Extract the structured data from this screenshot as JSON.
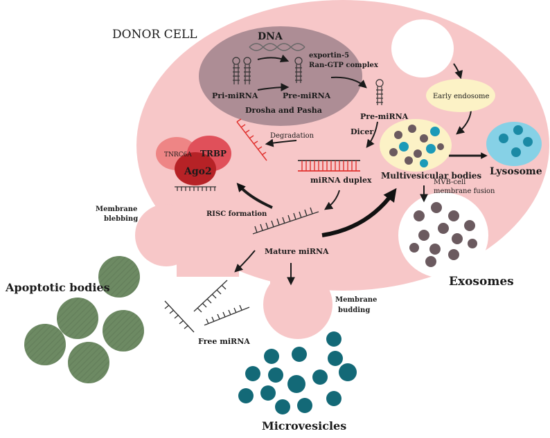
{
  "title": "DONOR CELL",
  "labels": {
    "dna": "DNA",
    "exportin_line1": "exportin-5",
    "exportin_line2": "Ran-GTP complex",
    "pri_mirna": "Pri-miRNA",
    "pre_mirna_nucleus": "Pre-miRNA",
    "drosha_pasha": "Drosha and Pasha",
    "pre_mirna_cyto": "Pre-miRNA",
    "dicer": "Dicer",
    "degradation": "Degradation",
    "mirna_duplex": "miRNA duplex",
    "tnrc6a": "TNRC6A",
    "trbp": "TRBP",
    "ago2": "Ago2",
    "risc_formation": "RISC formation",
    "mature_mirna": "Mature miRNA",
    "early_endosome": "Early endosome",
    "multivesicular_bodies": "Multivesicular bodies",
    "mvb_fusion_line1": "MVB-cell",
    "mvb_fusion_line2": "membrane fusion",
    "lysosome": "Lysosome",
    "exosomes": "Exosomes",
    "membrane_blebbing_line1": "Membrane",
    "membrane_blebbing_line2": "blebbing",
    "membrane_budding_line1": "Membrane",
    "membrane_budding_line2": "budding",
    "apoptotic_bodies": "Apoptotic bodies",
    "free_mirna": "Free miRNA",
    "microvesicles": "Microvesicles"
  },
  "colors": {
    "cell": "#f7c7c8",
    "nucleus": "#ad8d95",
    "endosome": "#fcf2c6",
    "lysosome": "#86d1e6",
    "exosome_dot": "#6b5a5f",
    "mvb_teal": "#1b9ab8",
    "apoptotic": "#6d8a63",
    "microvesicle": "#136977",
    "rna_red": "#e0322f",
    "protein_light": "#ee8585",
    "protein_mid": "#e0505a",
    "protein_dark": "#b62226"
  }
}
